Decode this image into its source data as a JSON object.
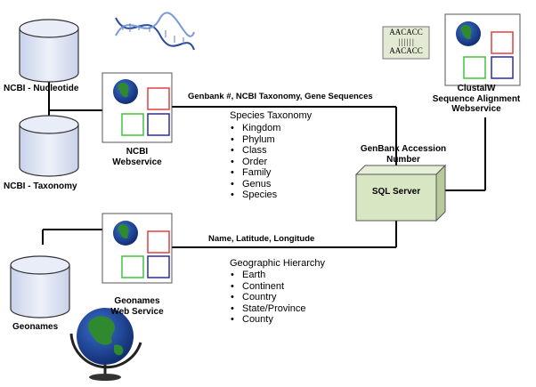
{
  "databases": {
    "nucleotide": "NCBI - Nucleotide",
    "taxonomy": "NCBI - Taxonomy",
    "geonames": "Geonames"
  },
  "services": {
    "ncbi": [
      "NCBI",
      "Webservice"
    ],
    "geonames": [
      "Geonames",
      "Web Service"
    ],
    "clustalw": [
      "ClustalW",
      "Sequence Alignment",
      "Webservice"
    ]
  },
  "server": {
    "label": "SQL Server"
  },
  "connections": {
    "ncbi_to_server": "Genbank #, NCBI Taxonomy, Gene Sequences",
    "geonames_to_server": "Name, Latitude, Longitude",
    "server_to_clustalw": [
      "GenBank Accession",
      "Number"
    ]
  },
  "species_taxonomy": {
    "heading": "Species Taxonomy",
    "items": [
      "Kingdom",
      "Phylum",
      "Class",
      "Order",
      "Family",
      "Genus",
      "Species"
    ]
  },
  "geographic_hierarchy": {
    "heading": "Geographic Hierarchy",
    "items": [
      "Earth",
      "Continent",
      "Country",
      "State/Province",
      "County"
    ]
  },
  "sequence_card": [
    "AACACC",
    "| | | | | |",
    "AACACC"
  ],
  "colors": {
    "cylinder_fill": "#dfe5f3",
    "server_fill": "#d9e6c4",
    "box_red": "#e04040",
    "box_green": "#3ec43e",
    "box_blue": "#2a2aa8",
    "globe_blue": "#1e3a8a",
    "globe_green": "#2f8a2f"
  }
}
